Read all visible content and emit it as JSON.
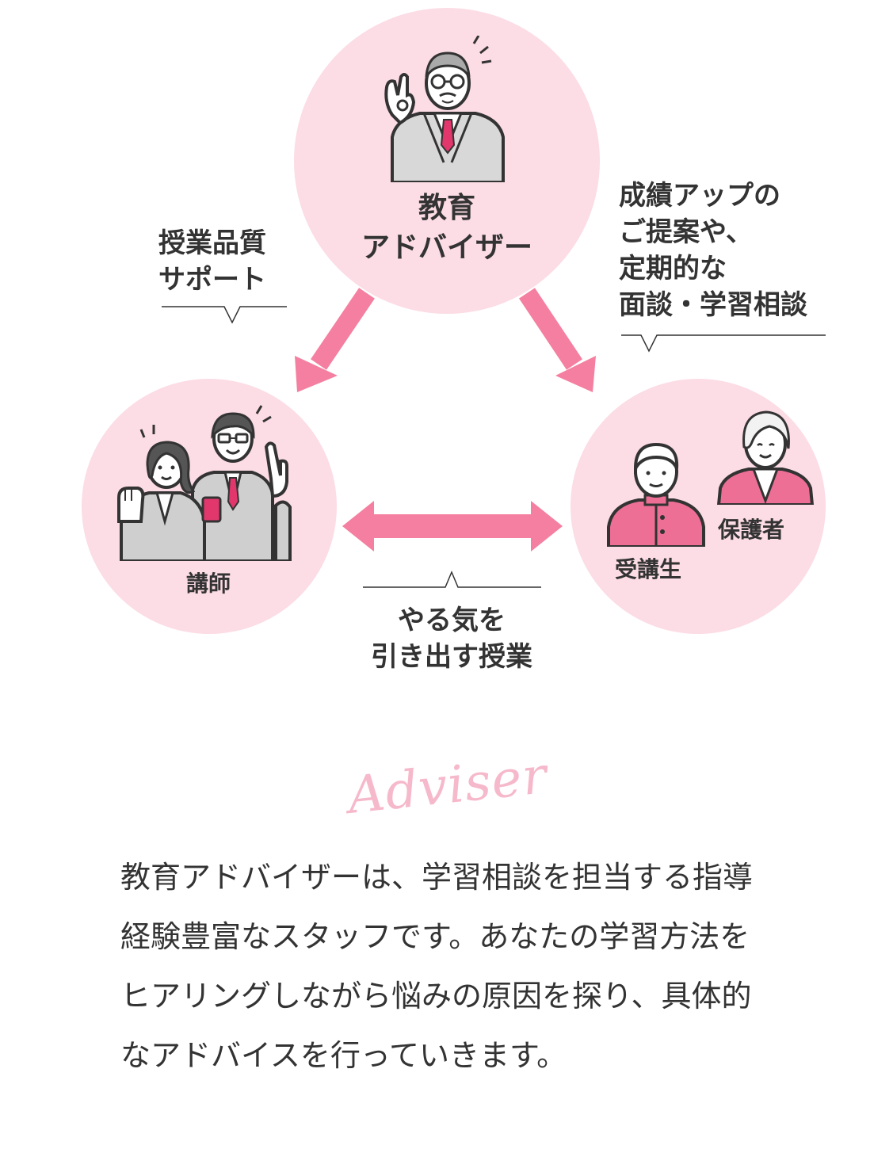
{
  "diagram": {
    "colors": {
      "circle_fill": "#fcdce5",
      "arrow": "#f57fa0",
      "text": "#333333",
      "accent_red": "#e2376d"
    },
    "nodes": {
      "adviser": "教育\nアドバイザー",
      "teacher": "講師",
      "student": "受講生",
      "parent": "保護者"
    },
    "bubbles": {
      "quality_support": "授業品質\nサポート",
      "proposal": "成績アップの\nご提案や、\n定期的な\n面談・学習相談",
      "motivation": "やる気を\n引き出す授業"
    },
    "icons": [
      "adviser-illustration",
      "teacher-illustration",
      "student-illustration",
      "parent-illustration"
    ]
  },
  "section": {
    "script_title": "Adviser",
    "description": "教育アドバイザーは、学習相談を担当する指導経験豊富なスタッフです。あなたの学習方法をヒアリングしながら悩みの原因を探り、具体的なアドバイスを行っていきます。"
  }
}
